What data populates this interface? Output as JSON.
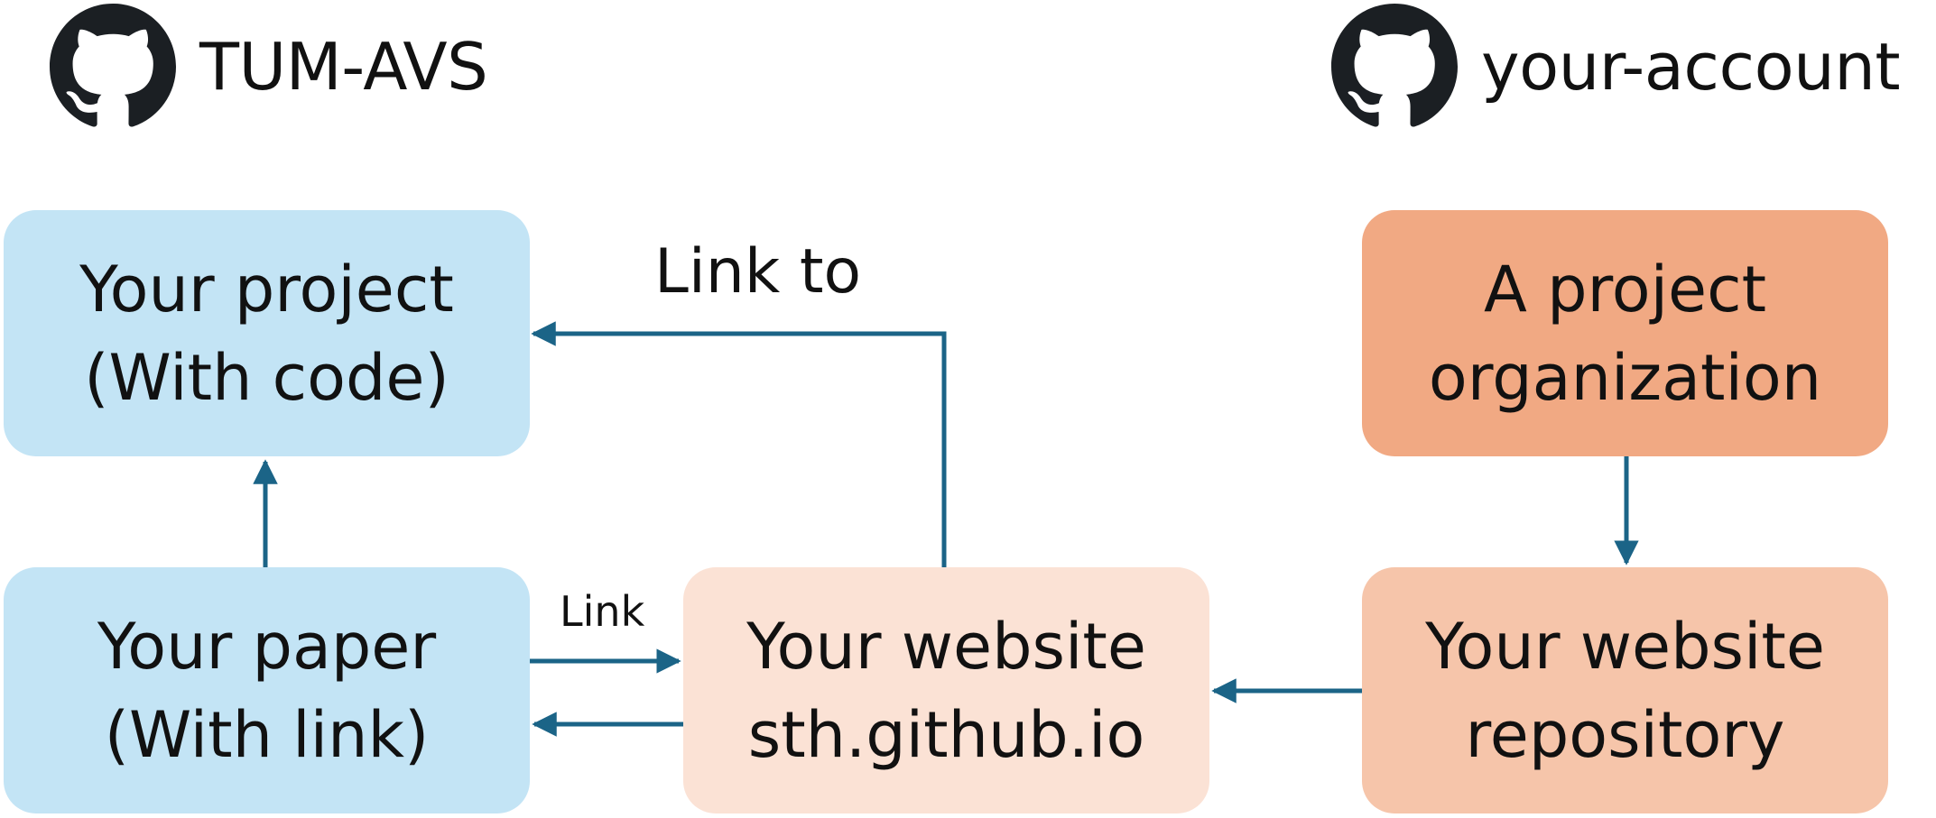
{
  "accounts": {
    "left": {
      "name": "TUM-AVS",
      "icon": "github-icon"
    },
    "right": {
      "name": "your-account",
      "icon": "github-icon"
    }
  },
  "boxes": {
    "project": {
      "line1": "Your project",
      "line2": "(With code)"
    },
    "paper": {
      "line1": "Your paper",
      "line2": "(With link)"
    },
    "website": {
      "line1": "Your website",
      "line2": "sth.github.io"
    },
    "organization": {
      "line1": "A  project",
      "line2": "organization"
    },
    "repository": {
      "line1": "Your website",
      "line2": "repository"
    }
  },
  "edge_labels": {
    "link_to": "Link to",
    "link": "Link"
  },
  "colors": {
    "blue_box": "#c3e4f5",
    "peach_box": "#fbe2d5",
    "orange_box": "#f1a983",
    "light_orange_box": "#f6c5aa",
    "arrow": "#1b6487",
    "logo": "#1b1f23"
  }
}
